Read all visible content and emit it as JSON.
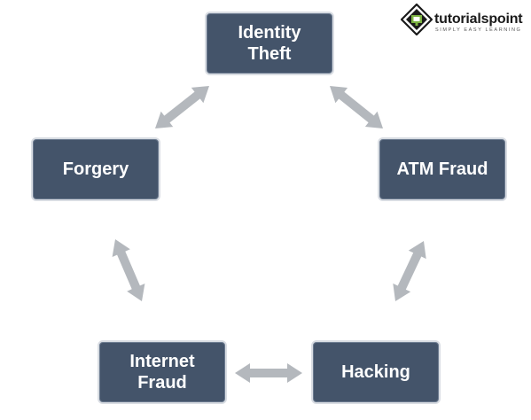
{
  "brand": {
    "name": "tutorialspoint",
    "tagline": "SIMPLY EASY LEARNING",
    "color_dark": "#1a1a1a",
    "color_green": "#7cb342"
  },
  "colors": {
    "node_fill": "#44546a",
    "node_border": "#d9dde3",
    "node_text": "#ffffff",
    "arrow": "#b4b8bd"
  },
  "nodes": [
    {
      "id": "identity-theft",
      "label": "Identity\nTheft"
    },
    {
      "id": "atm-fraud",
      "label": "ATM Fraud"
    },
    {
      "id": "hacking",
      "label": "Hacking"
    },
    {
      "id": "internet-fraud",
      "label": "Internet\nFraud"
    },
    {
      "id": "forgery",
      "label": "Forgery"
    }
  ],
  "connections": [
    {
      "from": "identity-theft",
      "to": "atm-fraud",
      "direction": "both"
    },
    {
      "from": "atm-fraud",
      "to": "hacking",
      "direction": "both"
    },
    {
      "from": "hacking",
      "to": "internet-fraud",
      "direction": "both"
    },
    {
      "from": "internet-fraud",
      "to": "forgery",
      "direction": "both"
    },
    {
      "from": "forgery",
      "to": "identity-theft",
      "direction": "both"
    }
  ]
}
